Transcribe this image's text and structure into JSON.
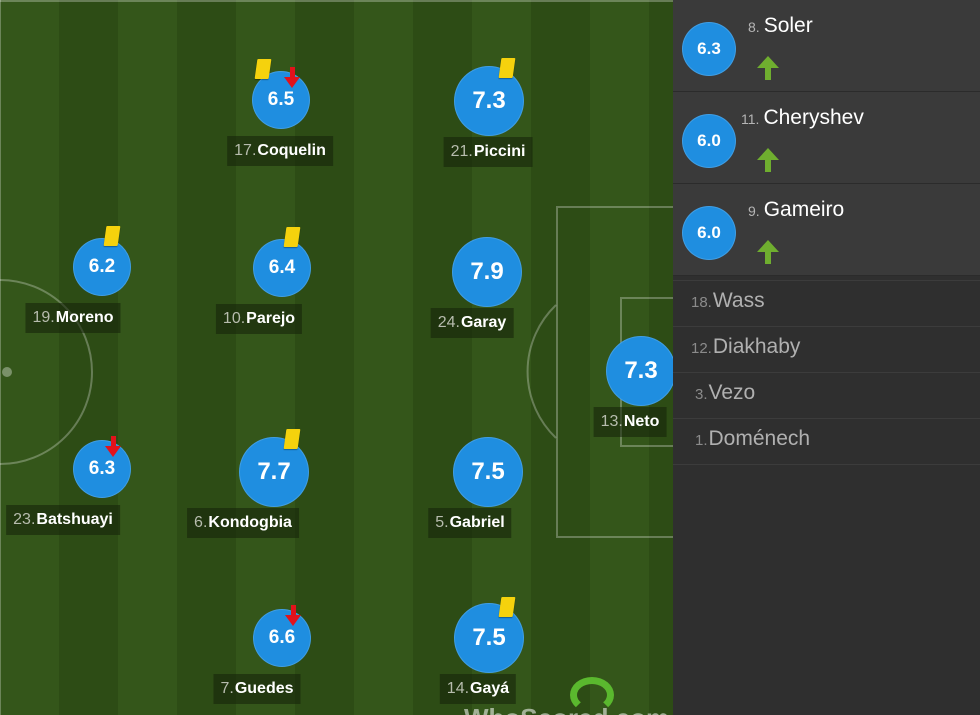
{
  "pitch_players": [
    {
      "id": "coquelin",
      "number": "17.",
      "name": "Coquelin",
      "rating": "6.5",
      "size": "normal",
      "yellow_card": true,
      "sub_out": true
    },
    {
      "id": "piccini",
      "number": "21.",
      "name": "Piccini",
      "rating": "7.3",
      "size": "big",
      "yellow_card": true,
      "sub_out": false
    },
    {
      "id": "moreno",
      "number": "19.",
      "name": "Moreno",
      "rating": "6.2",
      "size": "normal",
      "yellow_card": true,
      "sub_out": false
    },
    {
      "id": "parejo",
      "number": "10.",
      "name": "Parejo",
      "rating": "6.4",
      "size": "normal",
      "yellow_card": true,
      "sub_out": false
    },
    {
      "id": "garay",
      "number": "24.",
      "name": "Garay",
      "rating": "7.9",
      "size": "big",
      "yellow_card": false,
      "sub_out": false
    },
    {
      "id": "neto",
      "number": "13.",
      "name": "Neto",
      "rating": "7.3",
      "size": "big",
      "yellow_card": false,
      "sub_out": false
    },
    {
      "id": "batshuayi",
      "number": "23.",
      "name": "Batshuayi",
      "rating": "6.3",
      "size": "normal",
      "yellow_card": false,
      "sub_out": true
    },
    {
      "id": "kondogbia",
      "number": "6.",
      "name": "Kondogbia",
      "rating": "7.7",
      "size": "big",
      "yellow_card": true,
      "sub_out": false
    },
    {
      "id": "gabriel",
      "number": "5.",
      "name": "Gabriel",
      "rating": "7.5",
      "size": "big",
      "yellow_card": false,
      "sub_out": false
    },
    {
      "id": "guedes",
      "number": "7.",
      "name": "Guedes",
      "rating": "6.6",
      "size": "normal",
      "yellow_card": false,
      "sub_out": true
    },
    {
      "id": "gaya",
      "number": "14.",
      "name": "Gayá",
      "rating": "7.5",
      "size": "big",
      "yellow_card": true,
      "sub_out": false
    }
  ],
  "bench": {
    "substitutes_used": [
      {
        "number": "8.",
        "name": "Soler",
        "rating": "6.3"
      },
      {
        "number": "11.",
        "name": "Cheryshev",
        "rating": "6.0"
      },
      {
        "number": "9.",
        "name": "Gameiro",
        "rating": "6.0"
      }
    ],
    "unused": [
      {
        "number": "18.",
        "name": "Wass"
      },
      {
        "number": "12.",
        "name": "Diakhaby"
      },
      {
        "number": "3.",
        "name": "Vezo"
      },
      {
        "number": "1.",
        "name": "Doménech"
      }
    ]
  },
  "icons": {
    "yellow_card": "yellow-card-icon",
    "sub_out": "sub-out-arrow-icon",
    "sub_in": "sub-in-arrow-icon"
  },
  "colors": {
    "rating_bubble": "#1f8ee0",
    "yellow_card": "#f5d20d",
    "sub_out": "#e2121b",
    "sub_in": "#6fae2f",
    "pitch_light": "#34561a",
    "pitch_dark": "#2d4c15"
  }
}
